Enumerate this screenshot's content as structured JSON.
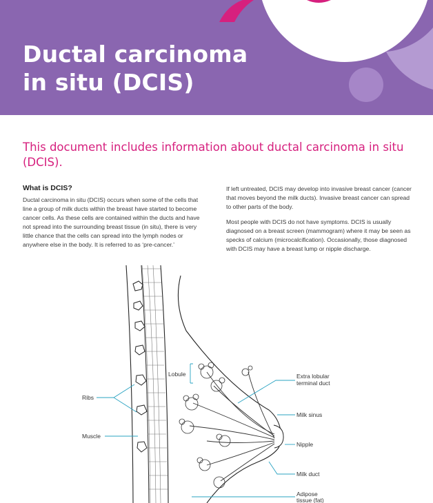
{
  "header": {
    "title_lines": [
      "Ductal carcinoma",
      "in situ (DCIS)"
    ],
    "colors": {
      "background": "#8a66b0",
      "accent": "#d6207e",
      "text": "#ffffff"
    }
  },
  "intro": "This document includes information about ductal carcinoma in situ (DCIS).",
  "section": {
    "heading": "What is DCIS?",
    "left_paragraph": "Ductal carcinoma in situ (DCIS) occurs when some of the cells that line a group of milk ducts within the breast have started to become cancer cells. As these cells are contained within the ducts and have not spread into the surrounding breast tissue (in situ), there is very little chance that the cells can spread into the lymph nodes or anywhere else in the body. It is referred to as ‘pre-cancer.’",
    "right_paragraphs": [
      "If left untreated, DCIS may develop into invasive breast cancer (cancer that moves beyond the milk ducts). Invasive breast cancer can spread to other parts of the body.",
      "Most people with DCIS do not have symptoms. DCIS is usually diagnosed on a breast screen (mammogram) where it may be seen as specks of calcium (microcalcification). Occasionally, those diagnosed with DCIS may have a breast lump or nipple discharge."
    ]
  },
  "diagram": {
    "labels": {
      "lobule": "Lobule",
      "ribs": "Ribs",
      "muscle": "Muscle",
      "extra_lobular_1": "Extra lobular",
      "extra_lobular_2": "terminal duct",
      "milk_sinus": "Milk sinus",
      "nipple": "Nipple",
      "milk_duct": "Milk duct",
      "adipose_1": "Adipose",
      "adipose_2": "tissue (fat)"
    },
    "line_color": "#2aa3c2"
  }
}
